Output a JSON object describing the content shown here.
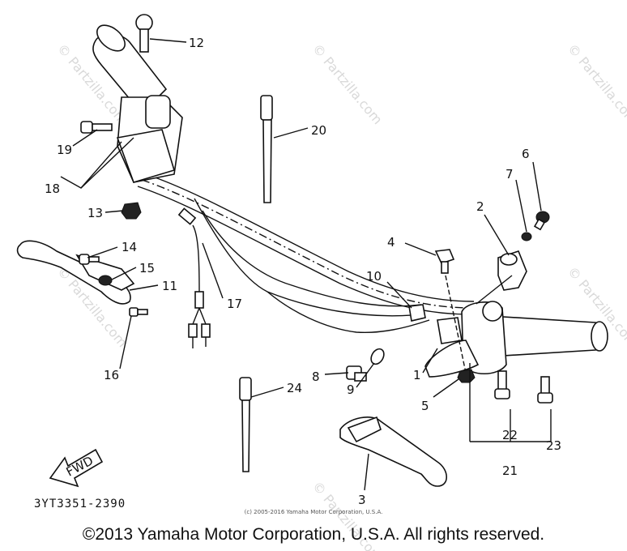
{
  "diagram": {
    "callouts": [
      "1",
      "2",
      "3",
      "4",
      "5",
      "6",
      "7",
      "8",
      "9",
      "10",
      "11",
      "12",
      "13",
      "14",
      "15",
      "16",
      "17",
      "18",
      "19",
      "20",
      "21",
      "22",
      "23",
      "24"
    ],
    "fwd_label": "FWD",
    "part_code": "3YT3351-2390",
    "watermark_text": "© Partzilla.com",
    "small_copyright": "(c) 2005-2016 Yamaha Motor Corporation, U.S.A.",
    "main_copyright": "©2013 Yamaha Motor Corporation, U.S.A. All rights reserved."
  }
}
